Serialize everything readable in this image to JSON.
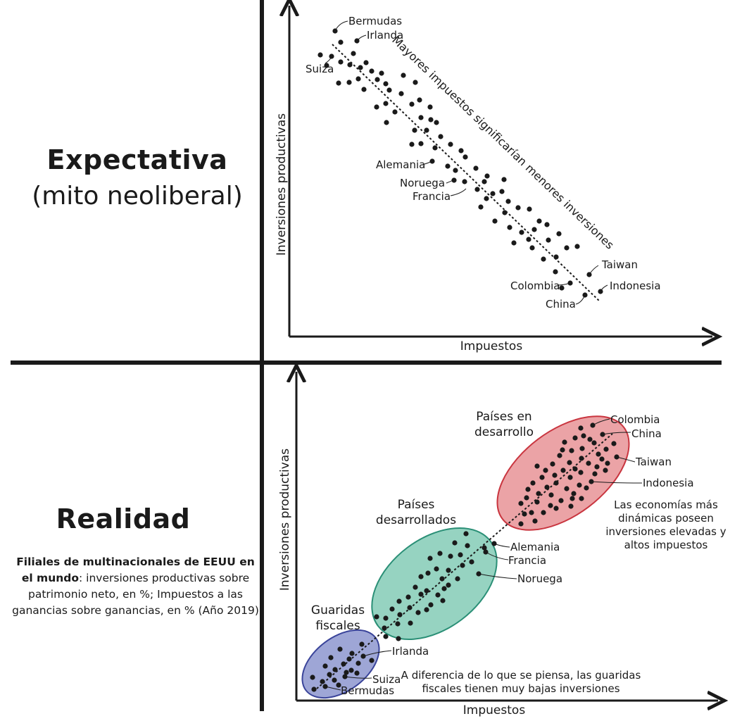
{
  "top": {
    "title": "Expectativa",
    "subtitle": "(mito neoliberal)",
    "x_label": "Impuestos",
    "y_label": "Inversiones productivas",
    "trend_label": "Mayores impuestos significarían menores inversiones",
    "labels": {
      "bermudas": "Bermudas",
      "irlanda": "Irlanda",
      "suiza": "Suiza",
      "alemania": "Alemania",
      "noruega": "Noruega",
      "francia": "Francia",
      "taiwan": "Taiwan",
      "indonesia": "Indonesia",
      "colombia": "Colombia",
      "china": "China"
    }
  },
  "bottom": {
    "title": "Realidad",
    "source_bold": "Filiales de multinacionales de EEUU en el mundo",
    "source_text": ": inversiones productivas sobre patrimonio neto, en %; Impuestos a las ganancias sobre ganancias, en % (Año 2019)",
    "x_label": "Impuestos",
    "y_label": "Inversiones productivas",
    "groups": {
      "developing_line1": "Países en",
      "developing_line2": "desarrollo",
      "developed_line1": "Países",
      "developed_line2": "desarrollados",
      "havens_line1": "Guaridas",
      "havens_line2": "fiscales"
    },
    "labels": {
      "colombia": "Colombia",
      "china": "China",
      "taiwan": "Taiwan",
      "indonesia": "Indonesia",
      "alemania": "Alemania",
      "francia": "Francia",
      "noruega": "Noruega",
      "irlanda": "Irlanda",
      "suiza": "Suiza",
      "bermudas": "Bermudas"
    },
    "note_dynamic_1": "Las economías más",
    "note_dynamic_2": "dinámicas poseen",
    "note_dynamic_3": "inversiones elevadas y",
    "note_dynamic_4": "altos impuestos",
    "note_havens_1": "A diferencia de lo que se piensa, las guaridas",
    "note_havens_2": "fiscales tienen muy bajas inversiones"
  },
  "colors": {
    "developing_fill": "#eba3a6",
    "developing_stroke": "#c9353f",
    "developed_fill": "#96d3c1",
    "developed_stroke": "#2a8f76",
    "havens_fill": "#9ea6d6",
    "havens_stroke": "#3a449a",
    "ink": "#1a1a1a"
  }
}
